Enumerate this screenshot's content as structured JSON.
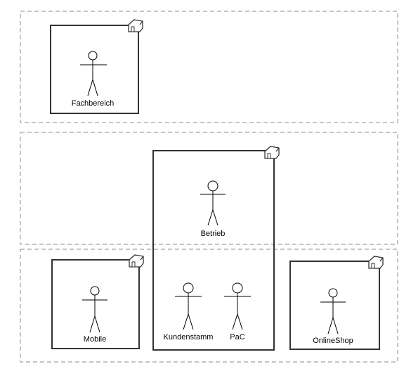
{
  "diagram": {
    "actors": {
      "fachbereich": "Fachbereich",
      "betrieb": "Betrieb",
      "kundenstamm": "Kundenstamm",
      "pac": "PaC",
      "mobile": "Mobile",
      "onlineshop": "OnlineShop"
    },
    "icons": {
      "system_boundary": "house-icon"
    },
    "colors": {
      "zone_border": "#b3b3b3",
      "box_border": "#333333",
      "actor_stroke": "#000000"
    }
  }
}
